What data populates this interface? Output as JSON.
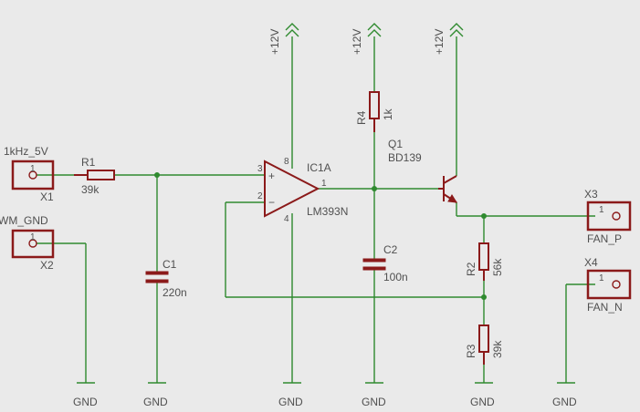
{
  "labels": {
    "pwm_in": "1kHz_5V",
    "pwm_gnd": "WM_GND",
    "x1": "X1",
    "x2": "X2",
    "x3": "X3",
    "x4": "X4",
    "fan_p": "FAN_P",
    "fan_n": "FAN_N",
    "r1": "R1",
    "r1_val": "39k",
    "r2": "R2",
    "r2_val": "56k",
    "r3": "R3",
    "r3_val": "39k",
    "r4": "R4",
    "r4_val": "1k",
    "c1": "C1",
    "c1_val": "220n",
    "c2": "C2",
    "c2_val": "100n",
    "ic": "IC1A",
    "ic_part": "LM393N",
    "q1": "Q1",
    "q1_part": "BD139",
    "supply": "+12V",
    "gnd": "GND",
    "pin_1": "1",
    "pin_2": "2",
    "pin_3": "3",
    "pin_4": "4",
    "pin_8": "8",
    "plus": "+",
    "minus": "−"
  }
}
